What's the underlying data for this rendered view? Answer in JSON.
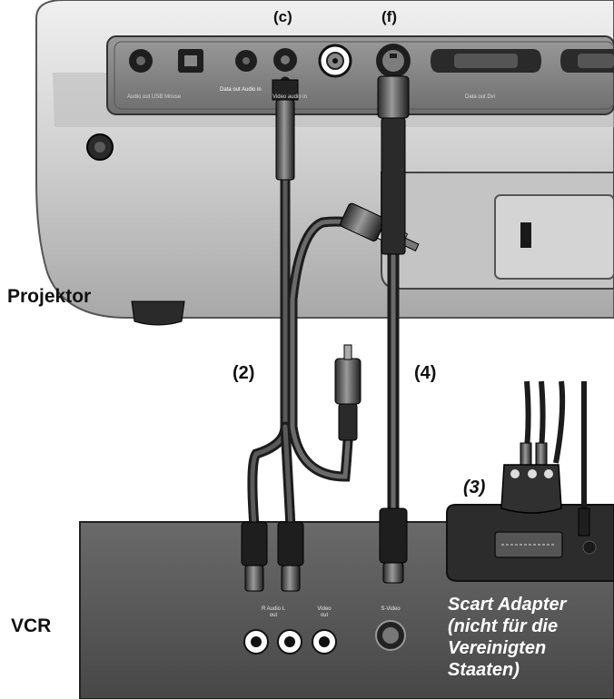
{
  "labels": {
    "c": "(c)",
    "f": "(f)",
    "projector": "Projektor",
    "vcr": "VCR",
    "cable_2": "(2)",
    "cable_3": "(3)",
    "cable_4": "(4)"
  },
  "projector_ports": {
    "audio_out_usb_mouse": "Audio out USB Mouse",
    "data_out_audio_in": "Data out Audio in",
    "video_audio_in": "Video audio in",
    "data_out_dvi": "Data out Dvi"
  },
  "vcr_ports": {
    "r_audio_l_out": "R Audio L\nout",
    "video_out": "Video\nout",
    "s_video": "S-Video"
  },
  "scart_note": {
    "lines": [
      "Scart Adapter",
      "(nicht für die",
      "Vereinigten",
      "Staaten)"
    ]
  },
  "colors": {
    "housing": "#cfcfcf",
    "panel": "#7a7a7a",
    "cable": "#3a3a3a",
    "vcr_body": "#555555",
    "text": "#111111",
    "note_text": "#ffffff"
  }
}
